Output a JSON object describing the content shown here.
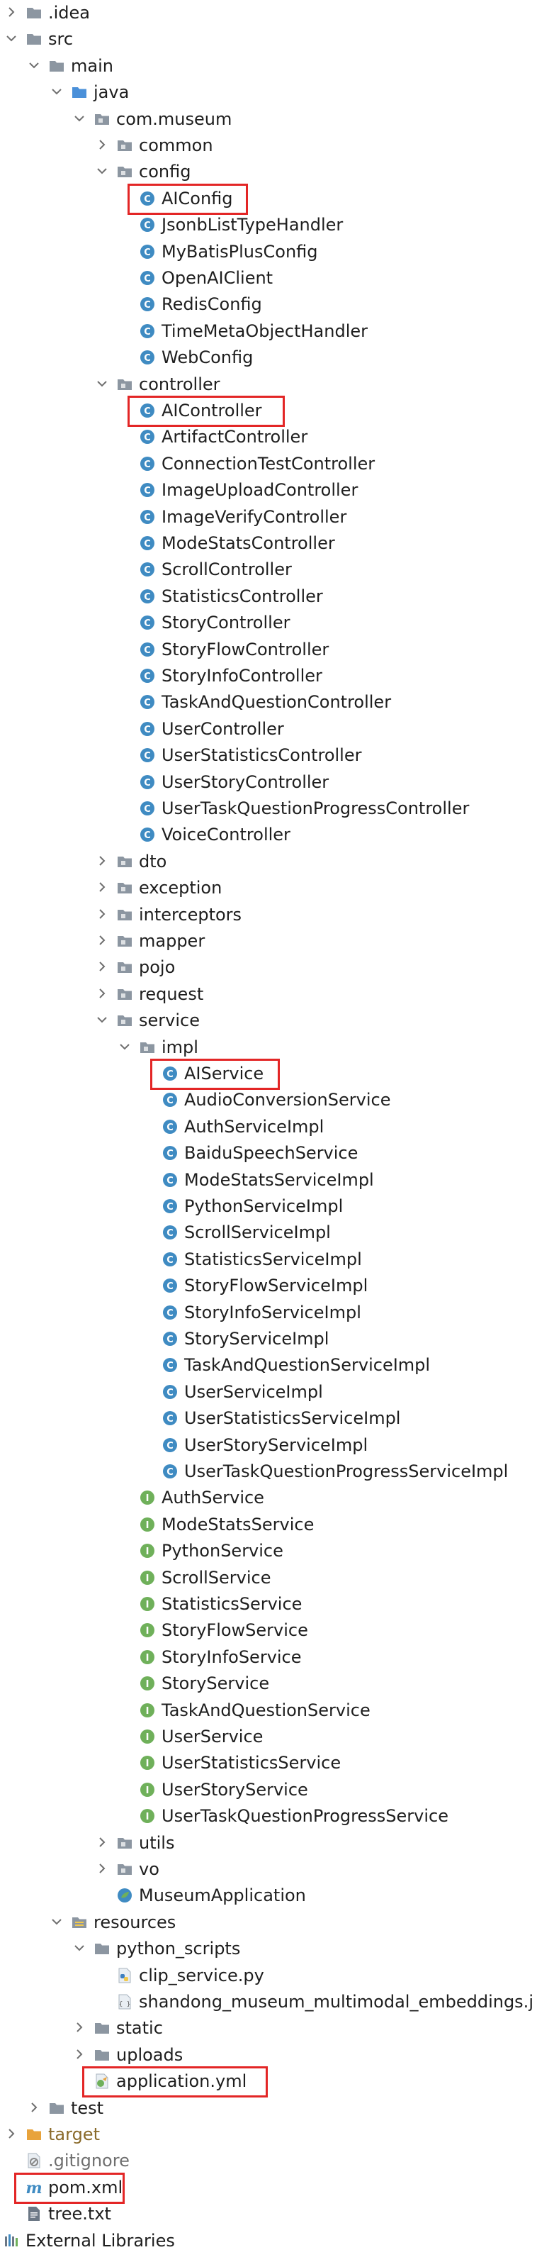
{
  "colors": {
    "folder": "#8c96a1",
    "package": "#8c96a1",
    "class_icon": "#3f8bc2",
    "interface_icon": "#6fb05a",
    "highlight_box": "#e32626",
    "orange_folder": "#e8a33c"
  },
  "tree": [
    {
      "label": ".idea",
      "depth": 0,
      "icon": "folder",
      "chev": "right"
    },
    {
      "label": "src",
      "depth": 0,
      "icon": "folder",
      "chev": "down"
    },
    {
      "label": "main",
      "depth": 1,
      "icon": "folder",
      "chev": "down"
    },
    {
      "label": "java",
      "depth": 2,
      "icon": "source-folder",
      "chev": "down"
    },
    {
      "label": "com.museum",
      "depth": 3,
      "icon": "package",
      "chev": "down"
    },
    {
      "label": "common",
      "depth": 4,
      "icon": "package",
      "chev": "right"
    },
    {
      "label": "config",
      "depth": 4,
      "icon": "package",
      "chev": "down"
    },
    {
      "label": "AIConfig",
      "depth": 5,
      "icon": "class",
      "highlight": true
    },
    {
      "label": "JsonbListTypeHandler",
      "depth": 5,
      "icon": "class"
    },
    {
      "label": "MyBatisPlusConfig",
      "depth": 5,
      "icon": "class"
    },
    {
      "label": "OpenAIClient",
      "depth": 5,
      "icon": "class"
    },
    {
      "label": "RedisConfig",
      "depth": 5,
      "icon": "class"
    },
    {
      "label": "TimeMetaObjectHandler",
      "depth": 5,
      "icon": "class"
    },
    {
      "label": "WebConfig",
      "depth": 5,
      "icon": "class"
    },
    {
      "label": "controller",
      "depth": 4,
      "icon": "package",
      "chev": "down"
    },
    {
      "label": "AIController",
      "depth": 5,
      "icon": "class",
      "highlight": true
    },
    {
      "label": "ArtifactController",
      "depth": 5,
      "icon": "class"
    },
    {
      "label": "ConnectionTestController",
      "depth": 5,
      "icon": "class"
    },
    {
      "label": "ImageUploadController",
      "depth": 5,
      "icon": "class"
    },
    {
      "label": "ImageVerifyController",
      "depth": 5,
      "icon": "class"
    },
    {
      "label": "ModeStatsController",
      "depth": 5,
      "icon": "class"
    },
    {
      "label": "ScrollController",
      "depth": 5,
      "icon": "class"
    },
    {
      "label": "StatisticsController",
      "depth": 5,
      "icon": "class"
    },
    {
      "label": "StoryController",
      "depth": 5,
      "icon": "class"
    },
    {
      "label": "StoryFlowController",
      "depth": 5,
      "icon": "class"
    },
    {
      "label": "StoryInfoController",
      "depth": 5,
      "icon": "class"
    },
    {
      "label": "TaskAndQuestionController",
      "depth": 5,
      "icon": "class"
    },
    {
      "label": "UserController",
      "depth": 5,
      "icon": "class"
    },
    {
      "label": "UserStatisticsController",
      "depth": 5,
      "icon": "class"
    },
    {
      "label": "UserStoryController",
      "depth": 5,
      "icon": "class"
    },
    {
      "label": "UserTaskQuestionProgressController",
      "depth": 5,
      "icon": "class"
    },
    {
      "label": "VoiceController",
      "depth": 5,
      "icon": "class"
    },
    {
      "label": "dto",
      "depth": 4,
      "icon": "package",
      "chev": "right"
    },
    {
      "label": "exception",
      "depth": 4,
      "icon": "package",
      "chev": "right"
    },
    {
      "label": "interceptors",
      "depth": 4,
      "icon": "package",
      "chev": "right"
    },
    {
      "label": "mapper",
      "depth": 4,
      "icon": "package",
      "chev": "right"
    },
    {
      "label": "pojo",
      "depth": 4,
      "icon": "package",
      "chev": "right"
    },
    {
      "label": "request",
      "depth": 4,
      "icon": "package",
      "chev": "right"
    },
    {
      "label": "service",
      "depth": 4,
      "icon": "package",
      "chev": "down"
    },
    {
      "label": "impl",
      "depth": 5,
      "icon": "package",
      "chev": "down"
    },
    {
      "label": "AIService",
      "depth": 6,
      "icon": "class",
      "highlight": true
    },
    {
      "label": "AudioConversionService",
      "depth": 6,
      "icon": "class"
    },
    {
      "label": "AuthServiceImpl",
      "depth": 6,
      "icon": "class"
    },
    {
      "label": "BaiduSpeechService",
      "depth": 6,
      "icon": "class"
    },
    {
      "label": "ModeStatsServiceImpl",
      "depth": 6,
      "icon": "class"
    },
    {
      "label": "PythonServiceImpl",
      "depth": 6,
      "icon": "class"
    },
    {
      "label": "ScrollServiceImpl",
      "depth": 6,
      "icon": "class"
    },
    {
      "label": "StatisticsServiceImpl",
      "depth": 6,
      "icon": "class"
    },
    {
      "label": "StoryFlowServiceImpl",
      "depth": 6,
      "icon": "class"
    },
    {
      "label": "StoryInfoServiceImpl",
      "depth": 6,
      "icon": "class"
    },
    {
      "label": "StoryServiceImpl",
      "depth": 6,
      "icon": "class"
    },
    {
      "label": "TaskAndQuestionServiceImpl",
      "depth": 6,
      "icon": "class"
    },
    {
      "label": "UserServiceImpl",
      "depth": 6,
      "icon": "class"
    },
    {
      "label": "UserStatisticsServiceImpl",
      "depth": 6,
      "icon": "class"
    },
    {
      "label": "UserStoryServiceImpl",
      "depth": 6,
      "icon": "class"
    },
    {
      "label": "UserTaskQuestionProgressServiceImpl",
      "depth": 6,
      "icon": "class"
    },
    {
      "label": "AuthService",
      "depth": 5,
      "icon": "interface"
    },
    {
      "label": "ModeStatsService",
      "depth": 5,
      "icon": "interface"
    },
    {
      "label": "PythonService",
      "depth": 5,
      "icon": "interface"
    },
    {
      "label": "ScrollService",
      "depth": 5,
      "icon": "interface"
    },
    {
      "label": "StatisticsService",
      "depth": 5,
      "icon": "interface"
    },
    {
      "label": "StoryFlowService",
      "depth": 5,
      "icon": "interface"
    },
    {
      "label": "StoryInfoService",
      "depth": 5,
      "icon": "interface"
    },
    {
      "label": "StoryService",
      "depth": 5,
      "icon": "interface"
    },
    {
      "label": "TaskAndQuestionService",
      "depth": 5,
      "icon": "interface"
    },
    {
      "label": "UserService",
      "depth": 5,
      "icon": "interface"
    },
    {
      "label": "UserStatisticsService",
      "depth": 5,
      "icon": "interface"
    },
    {
      "label": "UserStoryService",
      "depth": 5,
      "icon": "interface"
    },
    {
      "label": "UserTaskQuestionProgressService",
      "depth": 5,
      "icon": "interface"
    },
    {
      "label": "utils",
      "depth": 4,
      "icon": "package",
      "chev": "right"
    },
    {
      "label": "vo",
      "depth": 4,
      "icon": "package",
      "chev": "right"
    },
    {
      "label": "MuseumApplication",
      "depth": 4,
      "icon": "spring-app"
    },
    {
      "label": "resources",
      "depth": 2,
      "icon": "resources-folder",
      "chev": "down"
    },
    {
      "label": "python_scripts",
      "depth": 3,
      "icon": "folder",
      "chev": "down"
    },
    {
      "label": "clip_service.py",
      "depth": 4,
      "icon": "python-file"
    },
    {
      "label": "shandong_museum_multimodal_embeddings.j",
      "depth": 4,
      "icon": "json-file"
    },
    {
      "label": "static",
      "depth": 3,
      "icon": "folder",
      "chev": "right"
    },
    {
      "label": "uploads",
      "depth": 3,
      "icon": "folder",
      "chev": "right"
    },
    {
      "label": "application.yml",
      "depth": 3,
      "icon": "yaml-file",
      "highlight": true
    },
    {
      "label": "test",
      "depth": 1,
      "icon": "folder",
      "chev": "right"
    },
    {
      "label": "target",
      "depth": 0,
      "icon": "orange-folder",
      "chev": "right",
      "style": "orange"
    },
    {
      "label": ".gitignore",
      "depth": 0,
      "icon": "gitignore-file",
      "style": "muted"
    },
    {
      "label": "pom.xml",
      "depth": 0,
      "icon": "maven-file",
      "highlight": true
    },
    {
      "label": "tree.txt",
      "depth": 0,
      "icon": "text-file"
    },
    {
      "label": "External Libraries",
      "depth": -1,
      "icon": "libraries"
    }
  ]
}
